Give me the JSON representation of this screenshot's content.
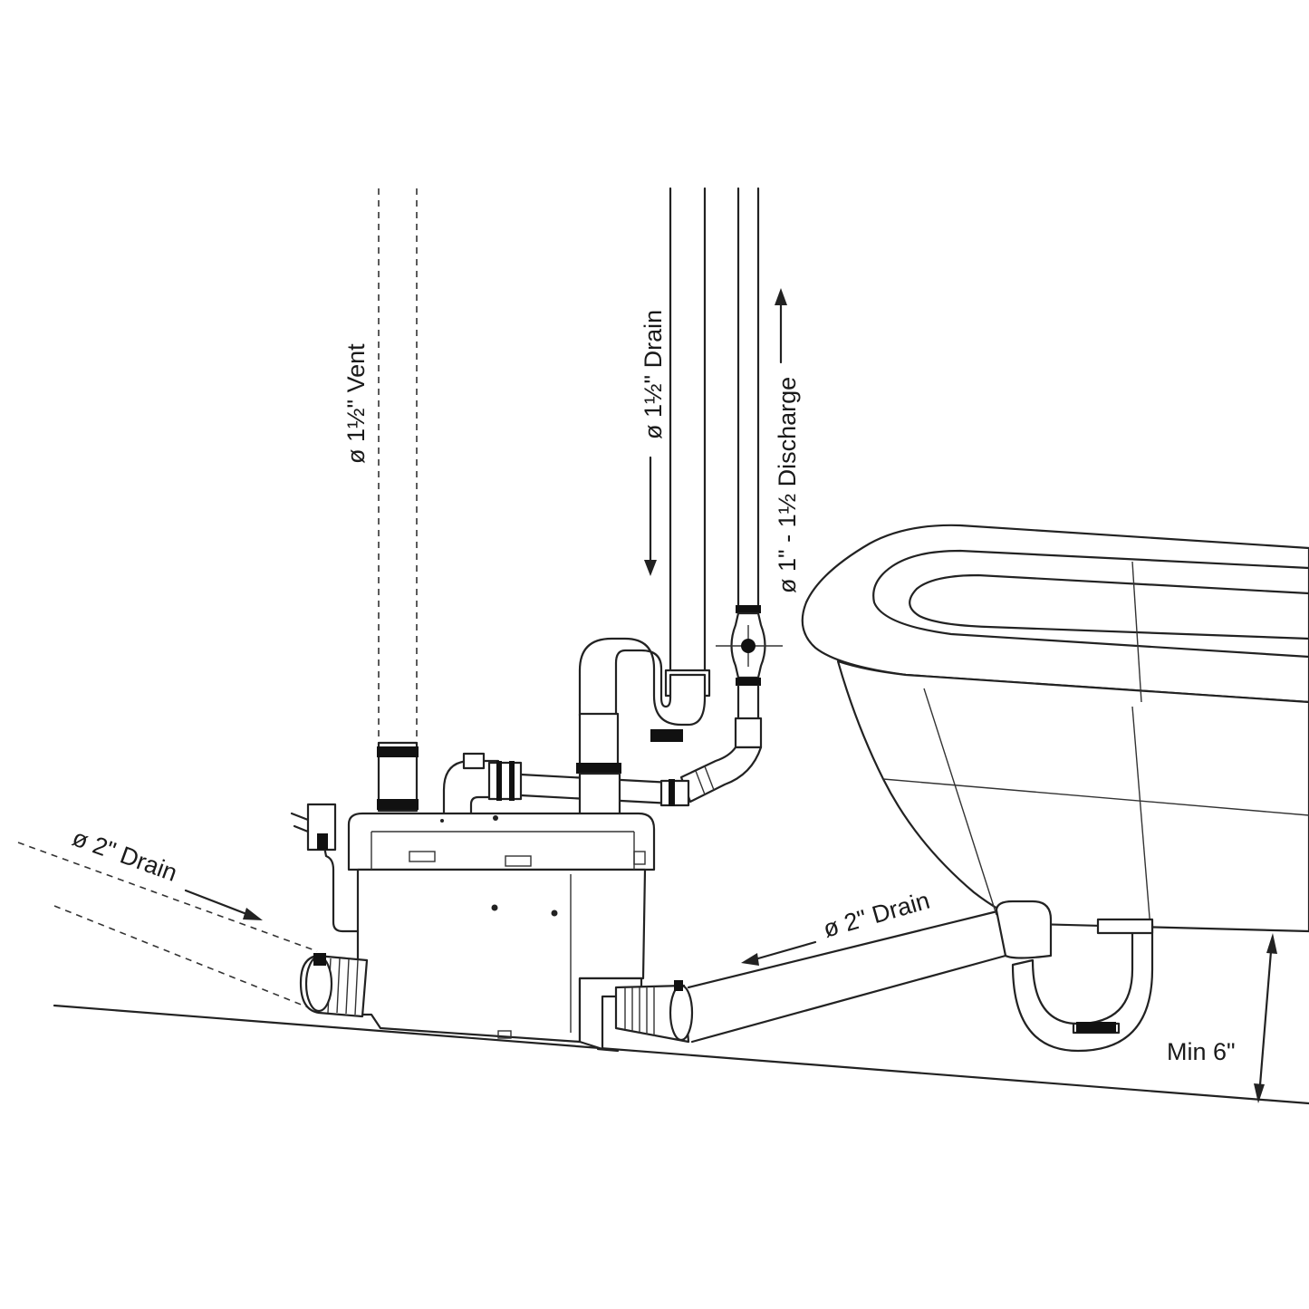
{
  "labels": {
    "vent": "ø 1½\" Vent",
    "drain_top": "ø 1½\" Drain",
    "discharge": "ø 1\" - 1½ Discharge",
    "drain_left": "ø 2\" Drain",
    "drain_right": "ø 2\" Drain",
    "min_height": "Min 6\""
  },
  "colors": {
    "line": "#222222",
    "background": "#ffffff"
  }
}
